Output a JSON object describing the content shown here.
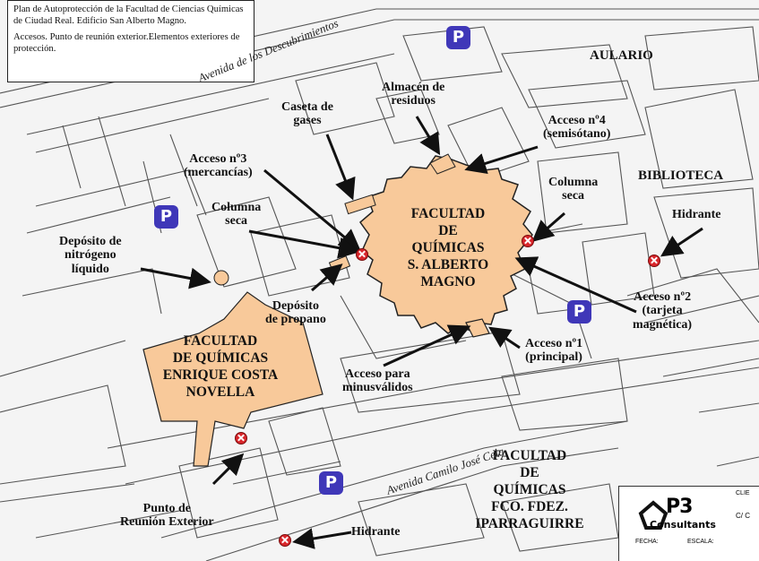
{
  "info": {
    "title": "Plan de Autoprotección de la Facultad de Ciencias Químicas de Ciudad Real.  Edificio San Alberto Magno.",
    "subtitle": "Accesos. Punto de reunión exterior.Elementos exteriores de protección."
  },
  "streets": {
    "top": "Avenida de los Descubrimientos",
    "bottom": "Avenida Camilo José Cela"
  },
  "buildings": {
    "main": "FACULTAD DE QUÍMICAS S. ALBERTO MAGNO",
    "main_lines": [
      "FACULTAD",
      "DE",
      "QUÍMICAS",
      "S. ALBERTO",
      "MAGNO"
    ],
    "costa_lines": [
      "FACULTAD",
      "DE QUÍMICAS",
      "ENRIQUE COSTA",
      "NOVELLA"
    ],
    "aulario": "AULARIO",
    "biblioteca": "BIBLIOTECA",
    "iparraguirre_lines": [
      "FACULTAD",
      "DE",
      "QUÍMICAS",
      "FCO. FDEZ.",
      "IPARRAGUIRRE"
    ]
  },
  "labels": {
    "almacen": [
      "Almacén de",
      "residuos"
    ],
    "caseta": [
      "Caseta de",
      "gases"
    ],
    "acceso3": [
      "Acceso nº3",
      "(mercancías)"
    ],
    "acceso4": [
      "Acceso nº4",
      "(semisótano)"
    ],
    "columna_left": [
      "Columna",
      "seca"
    ],
    "columna_right": [
      "Columna",
      "seca"
    ],
    "hidrante_right": "Hidrante",
    "hidrante_bottom": "Hidrante",
    "nitrogeno": [
      "Depósito de",
      "nitrógeno",
      "líquido"
    ],
    "propano": [
      "Depósito",
      "de propano"
    ],
    "acceso2": [
      "Acceso nº2",
      "(tarjeta",
      "magnética)"
    ],
    "acceso1": [
      "Acceso nº1",
      "(principal)"
    ],
    "minusvalidos": [
      "Acceso para",
      "minusválidos"
    ],
    "punto_reunion": [
      "Punto de",
      "Reunión Exterior"
    ]
  },
  "parking_label": "P",
  "company": {
    "brand": "P3",
    "name": "Consultants",
    "fecha": "FECHA:",
    "escala": "ESCALA:",
    "cli": "CLIE",
    "co": "C/ C"
  },
  "colors": {
    "building": "#f8c99a",
    "building_stroke": "#222222",
    "parking": "#3f37b8",
    "hydrant": "#d8262b"
  }
}
